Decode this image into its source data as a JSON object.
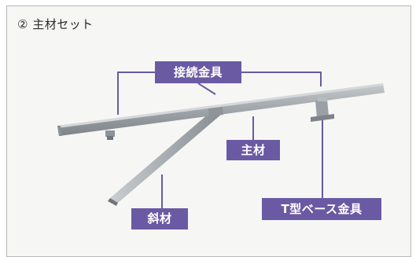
{
  "title": "② 主材セット",
  "callouts": {
    "joint_fitting": "接続金具",
    "main_member": "主材",
    "t_base_fitting": "T型ベース金具",
    "diagonal_member": "斜材"
  },
  "colors": {
    "callout_bg": "#6a5aa3",
    "leader": "#6a5aa3",
    "beam": "#9ea4a8",
    "beam_top": "#c7cbce",
    "beam_shadow": "#7d8388"
  }
}
